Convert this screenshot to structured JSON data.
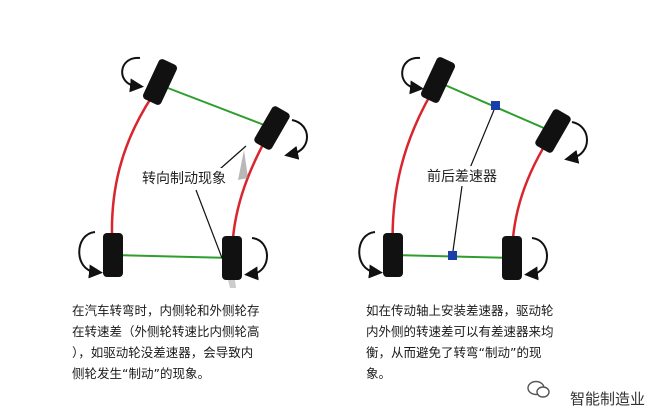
{
  "left_panel": {
    "label": "转向制动现象",
    "caption_lines": [
      "在汽车转弯时，内侧轮和外侧轮存",
      "在转速差（外侧轮转速比内侧轮高",
      "），如驱动轮没差速器，会导致内",
      "侧轮发生“制动”的现象。"
    ]
  },
  "right_panel": {
    "label": "前后差速器",
    "caption_lines": [
      "如在传动轴上安装差速器，驱动轮",
      "内外侧的转速差可以有差速器来均",
      "衡，从而避免了转弯“制动”的现",
      "象。"
    ]
  },
  "brand": {
    "name": "智能制造业"
  },
  "colors": {
    "arc": "#d9262e",
    "axle": "#2e9e2e",
    "differential": "#1a3fa8",
    "wheel": "#111111"
  },
  "icons": [
    "rotation-arrow-icon",
    "wechat-logo-icon"
  ]
}
